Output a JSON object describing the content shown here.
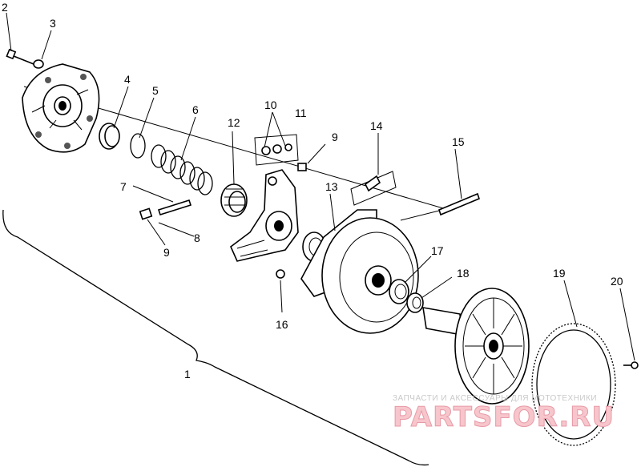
{
  "callouts": [
    {
      "id": "1",
      "text": "1"
    },
    {
      "id": "2",
      "text": "2"
    },
    {
      "id": "3",
      "text": "3"
    },
    {
      "id": "4",
      "text": "4"
    },
    {
      "id": "5",
      "text": "5"
    },
    {
      "id": "6",
      "text": "6"
    },
    {
      "id": "7",
      "text": "7"
    },
    {
      "id": "8",
      "text": "8"
    },
    {
      "id": "9a",
      "text": "9"
    },
    {
      "id": "9b",
      "text": "9"
    },
    {
      "id": "10",
      "text": "10"
    },
    {
      "id": "11",
      "text": "11"
    },
    {
      "id": "12",
      "text": "12"
    },
    {
      "id": "13",
      "text": "13"
    },
    {
      "id": "14",
      "text": "14"
    },
    {
      "id": "15",
      "text": "15"
    },
    {
      "id": "16",
      "text": "16"
    },
    {
      "id": "17",
      "text": "17"
    },
    {
      "id": "18",
      "text": "18"
    },
    {
      "id": "19",
      "text": "19"
    },
    {
      "id": "20",
      "text": "20"
    }
  ],
  "watermark": {
    "subtitle": "ЗАПЧАСТИ И АКСЕССУАРЫ ДЛЯ МОТОТЕХНИКИ",
    "logo": "PARTSFOR.RU"
  }
}
